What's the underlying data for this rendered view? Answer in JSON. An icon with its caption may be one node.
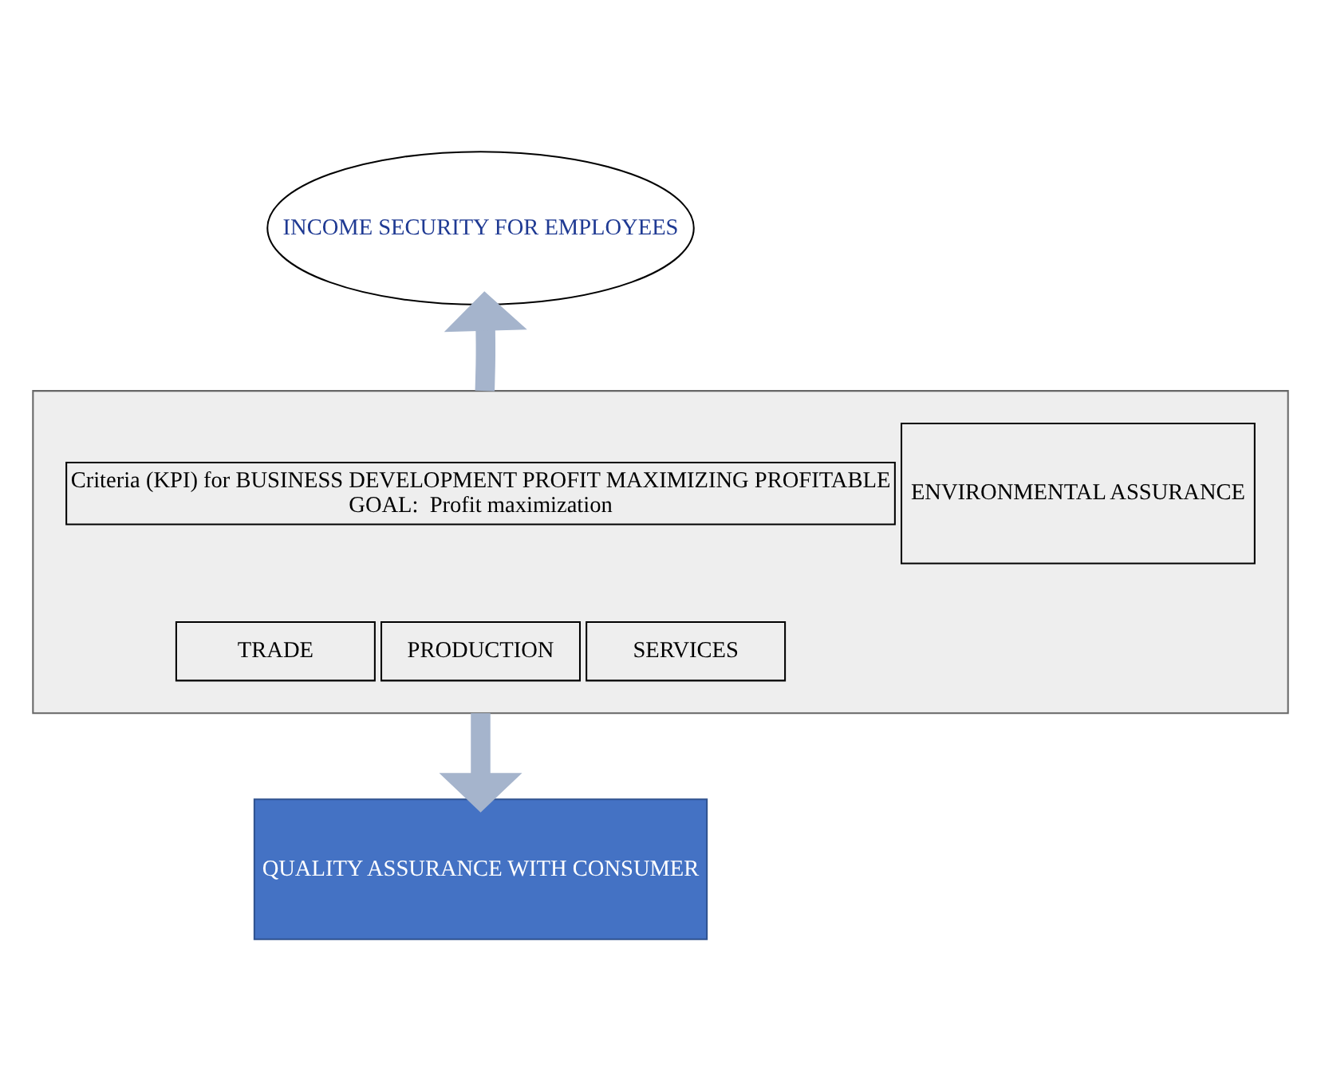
{
  "diagram": {
    "nodes": [
      {
        "text": [
          "INCOME SECURITY FOR EMPLOYEES"
        ]
      },
      {
        "text": [],
        "shape": "box"
      },
      {
        "text": [
          "Criteria (KPI) for BUSINESS DEVELOPMENT PROFIT MAXIMIZING PROFITABLE",
          "GOAL:  Profit maximization"
        ],
        "in": 1
      },
      {
        "text": [
          "TRADE"
        ],
        "in": 1
      },
      {
        "text": [
          "PRODUCTION"
        ],
        "in": 1
      },
      {
        "text": [
          "SERVICES"
        ],
        "in": 1
      },
      {
        "text": [
          "ENVIRONMENTAL ASSURANCE"
        ],
        "in": 1
      },
      {
        "text": [
          "QUALITY ASSURANCE WITH CONSUMER"
        ]
      }
    ],
    "edges": [
      {
        "from": 1,
        "to": 0,
        "arrow": "to"
      },
      {
        "from": 1,
        "to": 7,
        "arrow": "to"
      }
    ]
  }
}
